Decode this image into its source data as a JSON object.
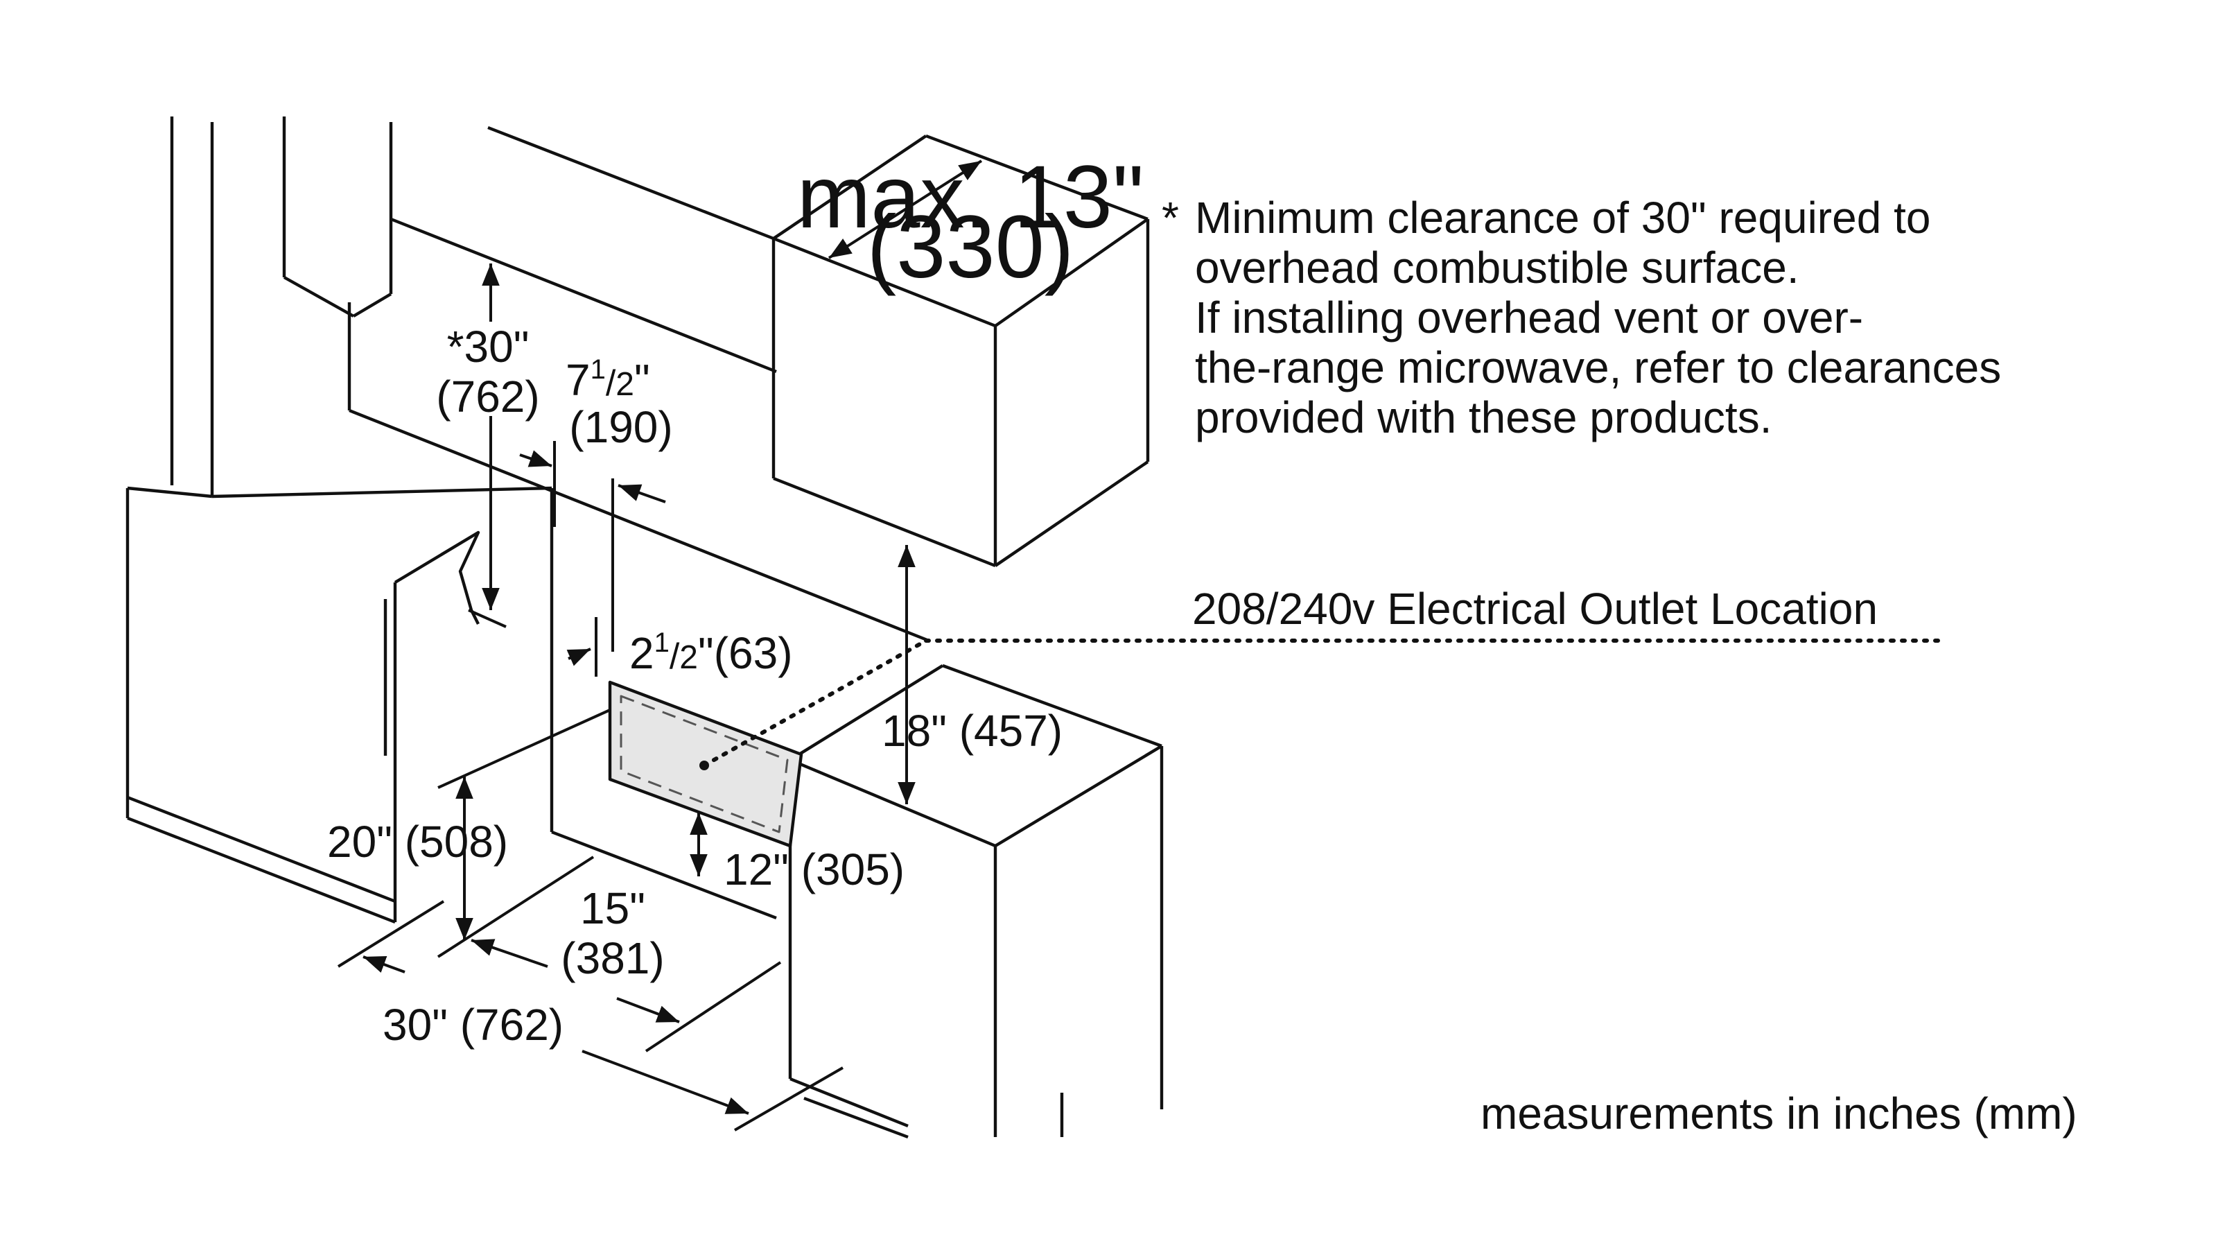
{
  "note": {
    "star": "*",
    "lines": [
      "Minimum clearance of 30\" required to",
      "overhead combustible surface.",
      "If installing overhead vent or over-",
      "the-range microwave, refer to clearances",
      "provided with these products."
    ]
  },
  "outlet_label": "208/240v Electrical Outlet Location",
  "units_note": "measurements in inches (mm)",
  "dims": {
    "max_depth": {
      "inches": "max. 13\"",
      "mm": "(330)"
    },
    "overhead_clearance": {
      "inches": "*30\"",
      "mm": "(762)"
    },
    "side_clearance": {
      "whole": "7",
      "num": "1",
      "slash": "/",
      "den": "2",
      "unit": "\"",
      "mm": "(190)"
    },
    "outlet_inset": {
      "whole": "2",
      "num": "1",
      "slash": "/",
      "den": "2",
      "unit": "\"",
      "mm": "(63)"
    },
    "counter_height": "18\" (457)",
    "cabinet_height": "20\" (508)",
    "outlet_height": "12\" (305)",
    "outlet_width": {
      "inches": "15\"",
      "mm": "(381)"
    },
    "cutout_width": "30\" (762)"
  },
  "colors": {
    "line": "#111111",
    "outlet_fill": "#e6e6e6",
    "background": "#ffffff"
  }
}
